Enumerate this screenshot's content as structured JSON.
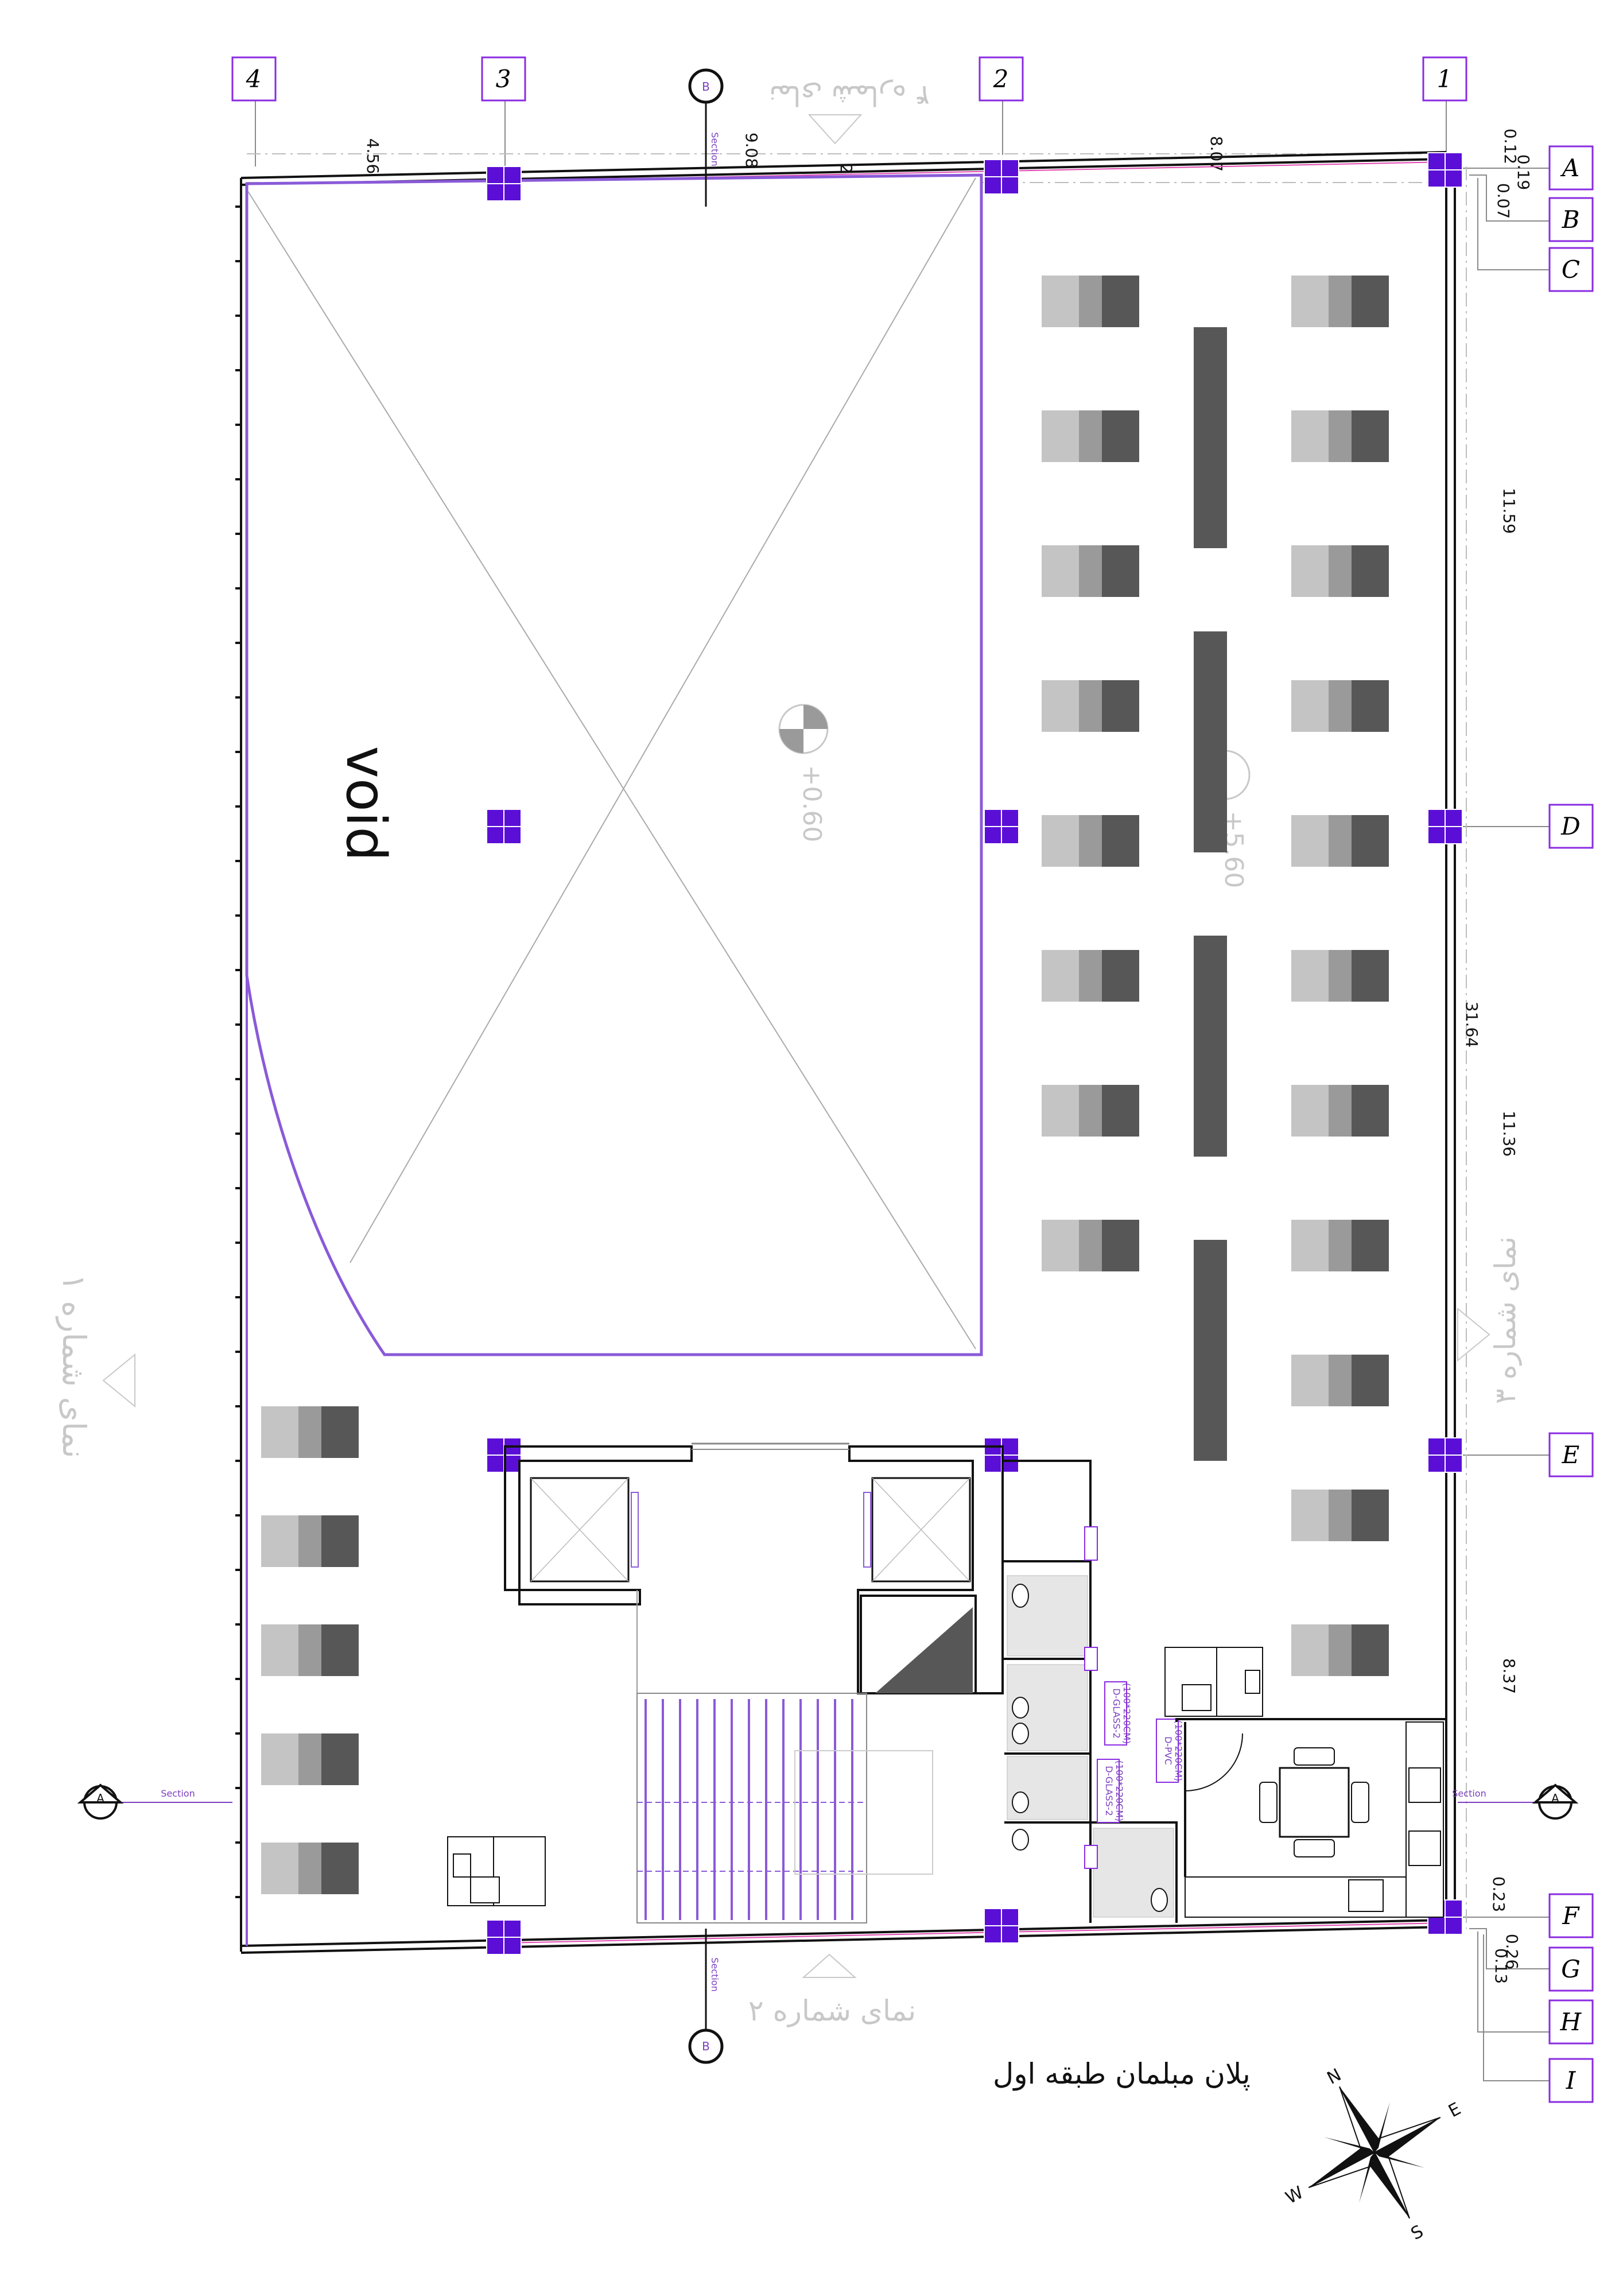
{
  "grid_columns": [
    "1",
    "2",
    "3",
    "4"
  ],
  "grid_rows": [
    "A",
    "B",
    "C",
    "D",
    "E",
    "F",
    "G",
    "H",
    "I"
  ],
  "dimensions": {
    "top_1": "4.56",
    "top_2": "9.08",
    "top_3": "8.07",
    "top_total": "21.64",
    "right_1": "11.59",
    "right_2": "11.36",
    "right_3": "8.37",
    "right_total": "31.64",
    "ab": "0.12",
    "bc_1": "0.19",
    "bc_2": "0.07",
    "fg": "0.23",
    "gh_1": "0.26",
    "gh_2": "0.13"
  },
  "labels": {
    "void": "void",
    "level_1": "+0.60",
    "level_2": "+5.60",
    "section": "Section",
    "section_mark": "A",
    "elevation_mark": "B",
    "elevation_4": "نمای شماره ۴",
    "elevation_3": "نمای شماره ۳",
    "elevation_2": "نمای شماره ۲",
    "elevation_1": "نمای شماره ۱",
    "title": "پلان مبلمان طبقه اول",
    "door_1": "D-GLASS-2",
    "door_1_size": "(100*220CM)",
    "door_2": "D-GLASS-2",
    "door_2_size": "(100*220CM)",
    "door_3": "D-PVC",
    "door_3_size": "(100*220CM)"
  },
  "compass": {
    "n": "N",
    "e": "E",
    "s": "S",
    "w": "W"
  },
  "colors": {
    "column": "#5b0fd6",
    "purple_line": "#8a5ad8",
    "wall": "#111111",
    "table_light": "#c4c4c4",
    "table_mid": "#9a9a9a",
    "table_dark": "#575757"
  }
}
